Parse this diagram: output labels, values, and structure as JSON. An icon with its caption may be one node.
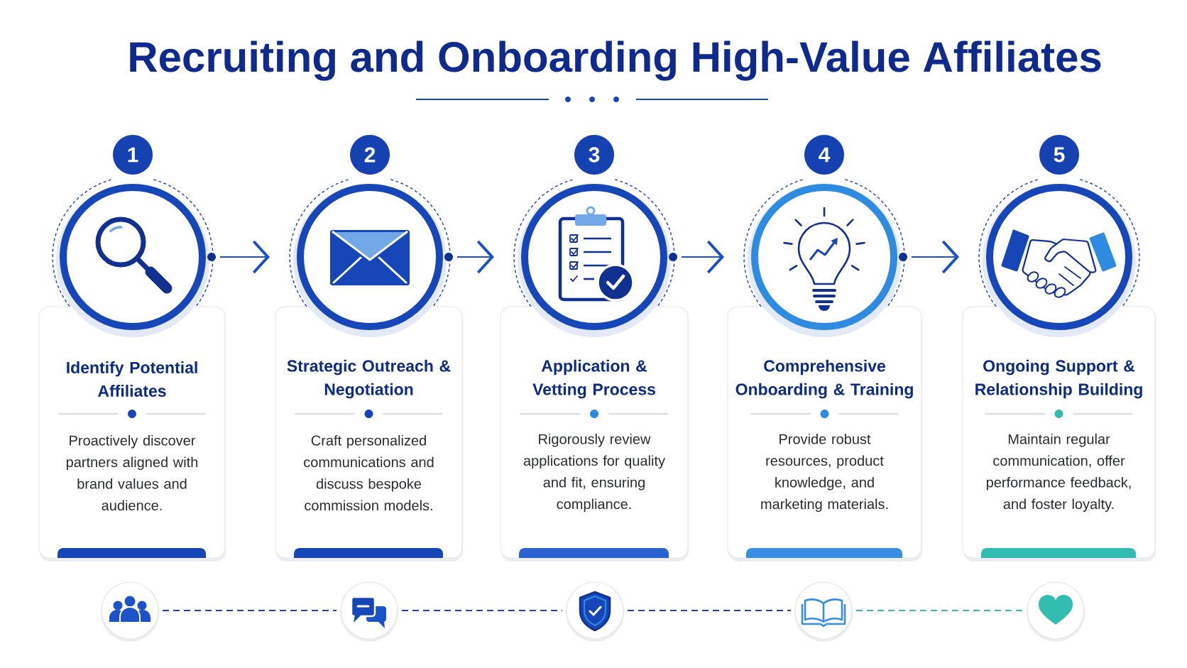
{
  "diagram": {
    "title": "Recruiting and Onboarding High-Value Affiliates",
    "nodes": [
      {
        "text": [
          "1"
        ]
      },
      {
        "text": [
          "2"
        ]
      },
      {
        "text": [
          "3"
        ]
      },
      {
        "text": [
          "4"
        ]
      },
      {
        "text": [
          "5"
        ]
      },
      {
        "text": [],
        "shape": "circle"
      },
      {
        "text": [],
        "shape": "circle"
      },
      {
        "text": [],
        "shape": "circle"
      },
      {
        "text": [],
        "shape": "circle"
      },
      {
        "text": [],
        "shape": "circle"
      },
      {
        "text": [
          "Identify Potential Affiliates",
          "Proactively discover partners aligned with brand values and audience."
        ]
      },
      {
        "text": [
          "Strategic Outreach & Negotiation",
          "Craft personalized communications and discuss bespoke commission models."
        ]
      },
      {
        "text": [
          "Application & Vetting Process",
          "Rigorously review applications for quality and fit, ensuring compliance."
        ]
      },
      {
        "text": [
          "Comprehensive Onboarding & Training",
          "Provide robust resources, product knowledge, and marketing materials."
        ]
      },
      {
        "text": [
          "Ongoing Support & Relationship Building",
          "Maintain regular communication, offer performance feedback, and foster loyalty."
        ]
      },
      {
        "text": [],
        "shape": "circle"
      },
      {
        "text": [],
        "shape": "circle"
      },
      {
        "text": [],
        "shape": "circle"
      },
      {
        "text": [],
        "shape": "circle"
      },
      {
        "text": [],
        "shape": "circle"
      }
    ],
    "edges": [
      {
        "from": 5,
        "to": 6,
        "arrow": "to"
      },
      {
        "from": 6,
        "to": 7,
        "arrow": "to"
      },
      {
        "from": 7,
        "to": 8,
        "arrow": "to"
      },
      {
        "from": 8,
        "to": 9,
        "arrow": "to"
      },
      {
        "from": 15,
        "to": 16,
        "arrow": "none",
        "style": "dashed"
      },
      {
        "from": 16,
        "to": 17,
        "arrow": "none",
        "style": "dashed"
      },
      {
        "from": 17,
        "to": 18,
        "arrow": "none",
        "style": "dashed"
      },
      {
        "from": 18,
        "to": 19,
        "arrow": "none",
        "style": "dashed",
        "color": "#3ab4c8"
      }
    ]
  }
}
